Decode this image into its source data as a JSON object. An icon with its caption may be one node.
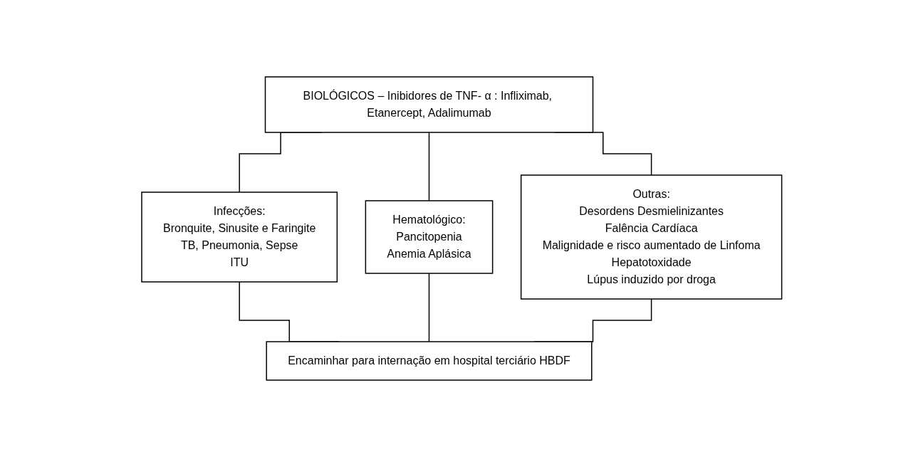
{
  "diagram": {
    "nodes": [
      {
        "text": [
          "BIOLÓGICOS – Inibidores de TNF- α : Infliximab, Etanercept, Adalimumab"
        ]
      },
      {
        "text": [
          "Infecções:",
          "Bronquite, Sinusite e Faringite",
          "TB, Pneumonia, Sepse",
          "ITU"
        ]
      },
      {
        "text": [
          "Hematológico:",
          "Pancitopenia",
          "Anemia Aplásica"
        ]
      },
      {
        "text": [
          "Outras:",
          "Desordens Desmielinizantes",
          "Falência Cardíaca",
          "Malignidade e risco aumentado de Linfoma",
          "Hepatotoxidade",
          "Lúpus induzido por droga"
        ]
      },
      {
        "text": [
          "Encaminhar para internação em hospital terciário HBDF"
        ]
      }
    ],
    "edges": [
      {
        "from": 0,
        "to": 1,
        "arrow": "none"
      },
      {
        "from": 0,
        "to": 2,
        "arrow": "none"
      },
      {
        "from": 0,
        "to": 3,
        "arrow": "none"
      },
      {
        "from": 1,
        "to": 4,
        "arrow": "none"
      },
      {
        "from": 2,
        "to": 4,
        "arrow": "none"
      },
      {
        "from": 3,
        "to": 4,
        "arrow": "none"
      }
    ]
  }
}
